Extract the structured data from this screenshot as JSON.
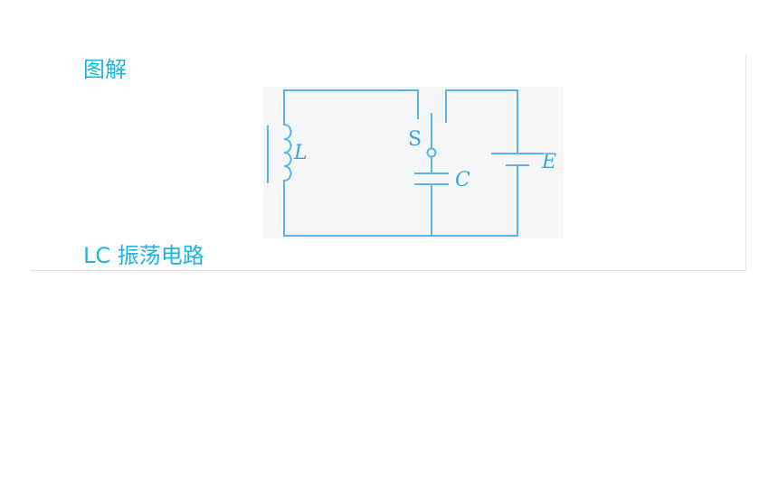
{
  "heading": "图解",
  "caption": "LC 振荡电路",
  "circuit": {
    "inductor_label": "L",
    "switch_label": "S",
    "capacitor_label": "C",
    "battery_label": "E",
    "wire_color": "#5ab4e4",
    "figure_background": "#f4f6f8",
    "text_color": "#1fb3de"
  }
}
